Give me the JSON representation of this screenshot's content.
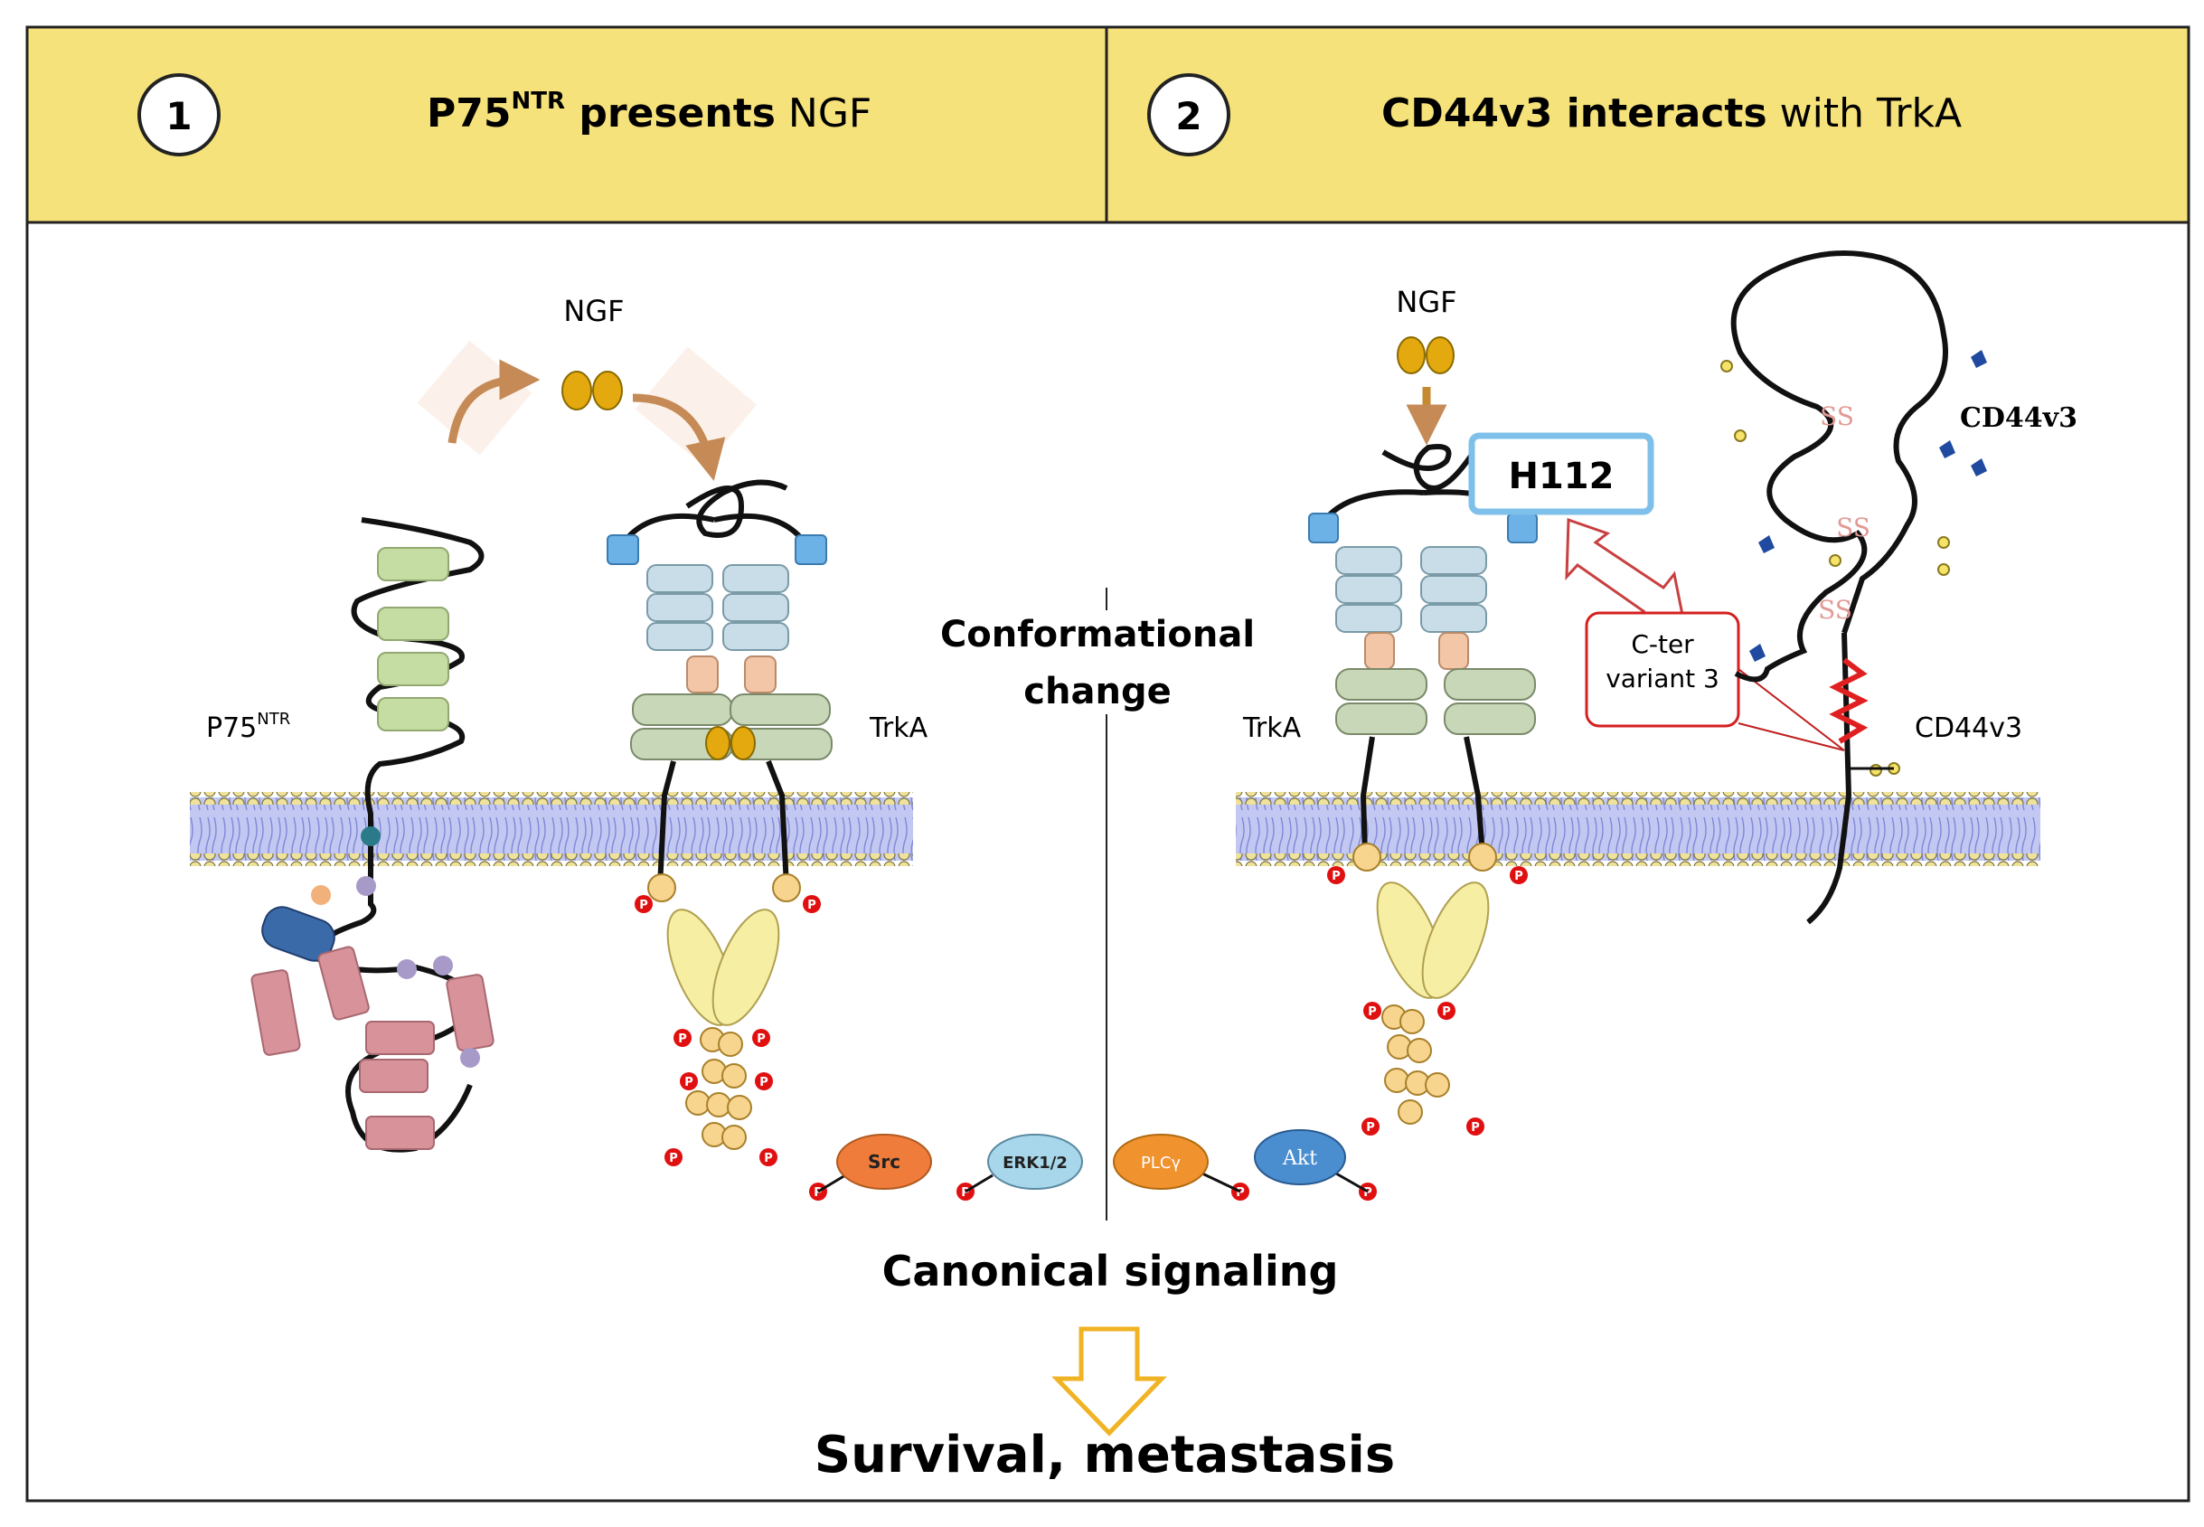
{
  "panels": [
    {
      "number": "1",
      "title_bold": "P75",
      "title_sup": "NTR",
      "title_bold2": " presents",
      "title_rest": " NGF"
    },
    {
      "number": "2",
      "title_bold": "CD44v3 interacts",
      "title_rest": " with TrkA"
    }
  ],
  "labels": {
    "ngf_left": "NGF",
    "ngf_right": "NGF",
    "p75_main": "P75",
    "p75_sup": "NTR",
    "trka_left": "TrkA",
    "trka_right": "TrkA",
    "conformational_1": "Conformational",
    "conformational_2": "change",
    "h112": "H112",
    "cter_1": "C-ter",
    "cter_2": "variant 3",
    "cd44v3_top": "CD44v3",
    "cd44v3_mid": "CD44v3",
    "ss": "SS",
    "phospho": "P"
  },
  "kinases": [
    {
      "name": "Src",
      "color": "#ef7c3b"
    },
    {
      "name": "ERK1/2",
      "color": "#a8d6ea"
    },
    {
      "name": "PLCγ",
      "color": "#f0922e"
    },
    {
      "name": "Akt",
      "color": "#4a8ed0"
    }
  ],
  "bottom": {
    "canonical": "Canonical signaling",
    "outcome": "Survival, metastasis"
  },
  "colors": {
    "header": "#f5e27a",
    "membrane": "#bfc5f0",
    "lipid_head": "#efe29a",
    "ngf": "#e3a90e",
    "p75_ecd": "#c5dca2",
    "p75_icd": "#d8939a",
    "lrr": "#c9dde8",
    "ig": "#c8d7b8",
    "kinase": "#f6eea2",
    "phospho": "#e01010",
    "h112_border": "#7ec0ea",
    "cter_border": "#d42020"
  }
}
